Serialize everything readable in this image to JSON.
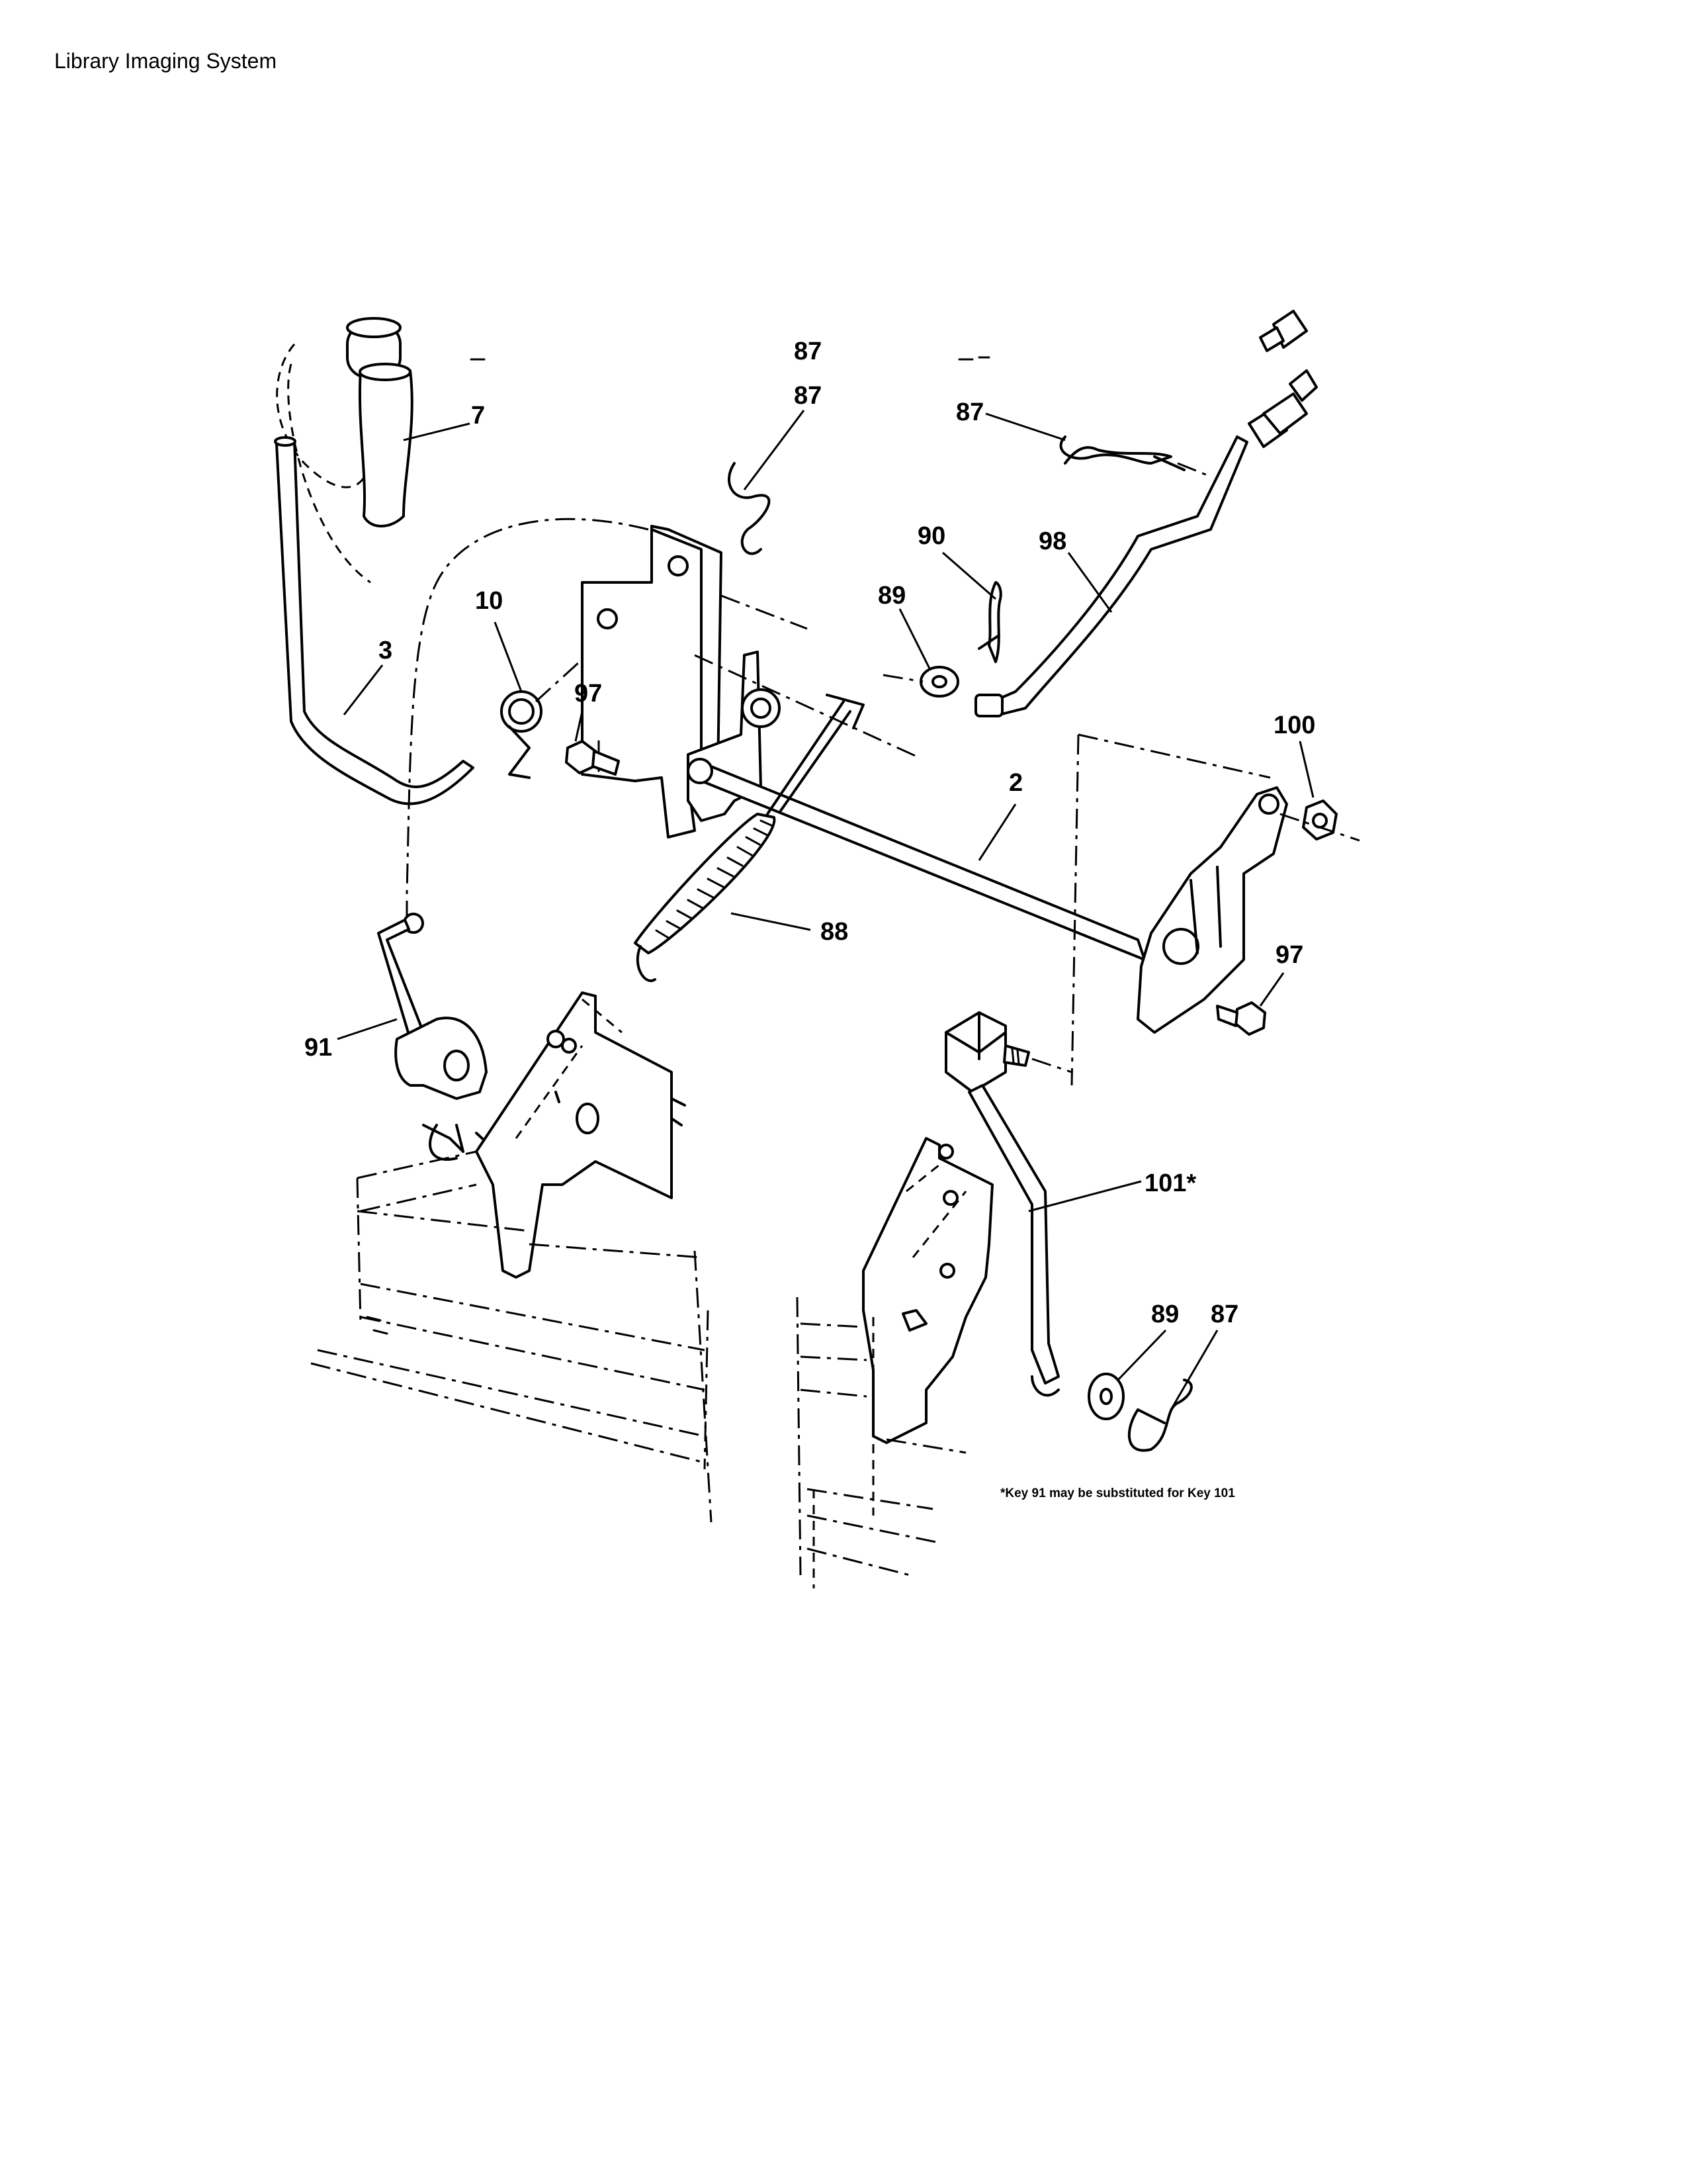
{
  "header": {
    "title": "Library Imaging System"
  },
  "callouts": {
    "c87a": "87",
    "c87b": "87",
    "c87c": "87",
    "c87d": "87",
    "c7": "7",
    "c10": "10",
    "c3": "3",
    "c97a": "97",
    "c97b": "97",
    "c90": "90",
    "c98": "98",
    "c89a": "89",
    "c89b": "89",
    "c100": "100",
    "c2": "2",
    "c88": "88",
    "c91": "91",
    "c101": "101*"
  },
  "footnote": "*Key 91 may be substituted for Key 101"
}
